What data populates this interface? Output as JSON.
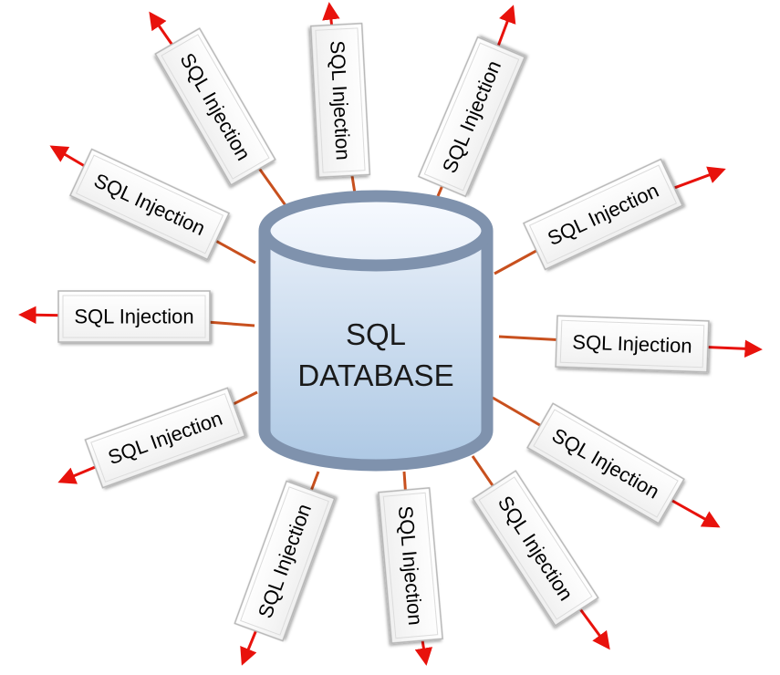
{
  "database": {
    "line1": "SQL",
    "line2": "DATABASE"
  },
  "spokes": [
    {
      "label": "SQL Injection"
    },
    {
      "label": "SQL Injection"
    },
    {
      "label": "SQL Injection"
    },
    {
      "label": "SQL Injection"
    },
    {
      "label": "SQL Injection"
    },
    {
      "label": "SQL Injection"
    },
    {
      "label": "SQL Injection"
    },
    {
      "label": "SQL Injection"
    },
    {
      "label": "SQL Injection"
    },
    {
      "label": "SQL Injection"
    },
    {
      "label": "SQL Injection"
    },
    {
      "label": "SQL Injection"
    }
  ],
  "colors": {
    "arrow": "#e8120c",
    "connector": "#c8501e",
    "cylinder_outline": "#7f92ad",
    "cylinder_fill_top": "#e2ebf6",
    "cylinder_fill_bottom": "#b2cbe6",
    "label_border": "#b5b5b5"
  }
}
